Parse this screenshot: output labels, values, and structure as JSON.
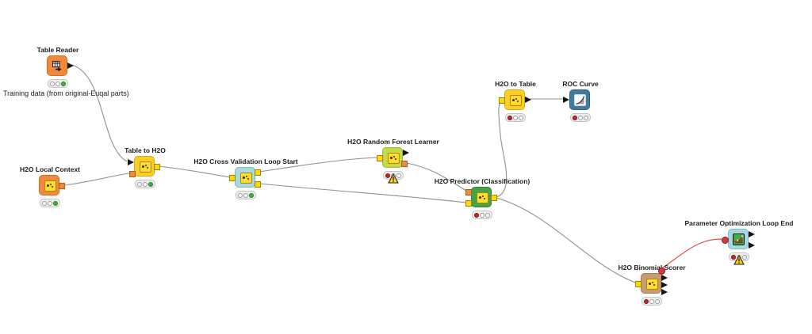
{
  "workflow": {
    "annotation": "Training data (from original-Euqal parts)",
    "nodes": [
      {
        "label": "Table Reader",
        "traffic": "green"
      },
      {
        "label": "H2O Local Context",
        "traffic": "green"
      },
      {
        "label": "Table to H2O",
        "traffic": "green"
      },
      {
        "label": "H2O Cross Validation Loop Start",
        "traffic": "green"
      },
      {
        "label": "H2O Random Forest Learner",
        "traffic": "red",
        "warning": true
      },
      {
        "label": "H2O Predictor (Classification)",
        "traffic": "red"
      },
      {
        "label": "H2O to Table",
        "traffic": "red"
      },
      {
        "label": "ROC Curve",
        "traffic": "red"
      },
      {
        "label": "H2O Binomial Scorer",
        "traffic": "red"
      },
      {
        "label": "Parameter Optimization Loop End",
        "traffic": "red",
        "warning": true
      }
    ],
    "colors": {
      "orange_node": "#EF8A3C",
      "yellow_node": "#FCCE27",
      "blue_node": "#A6D9E3",
      "lime_node": "#C4DA4A",
      "green_node": "#46A447",
      "steelblue_node": "#417C9F",
      "tan_node": "#C79C6E",
      "wire": "#8F8F8F",
      "flow_variable_wire": "#E24C4C",
      "status_green": "#3CB53C",
      "status_red": "#BE2828",
      "port_data_yellow": "#FFD800",
      "port_model_orange": "#EE8A3C",
      "port_flow_variable": "#D23B3B"
    }
  }
}
